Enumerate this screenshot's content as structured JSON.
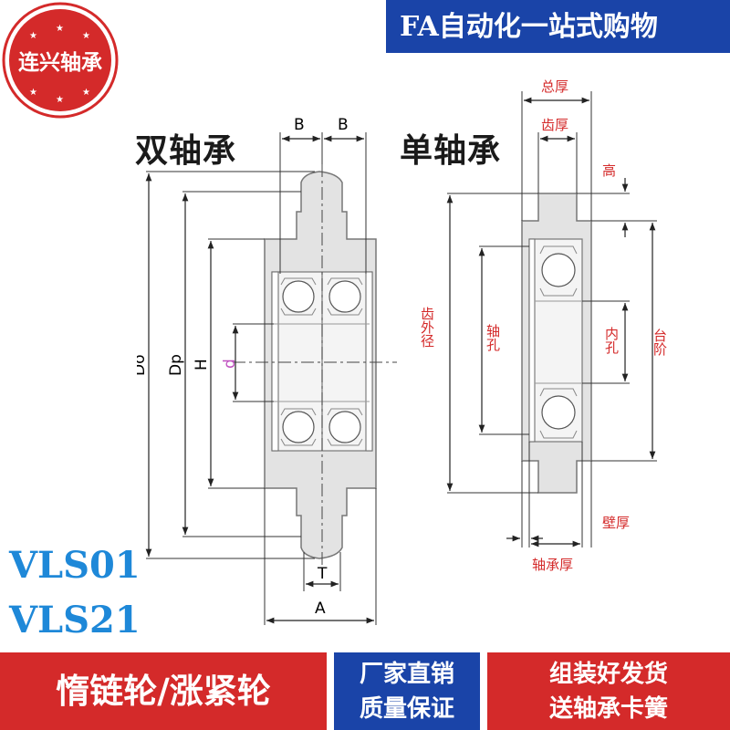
{
  "header": {
    "text": "FA自动化一站式购物"
  },
  "logo": {
    "text": "连兴轴承",
    "ring_color": "#d42a2a"
  },
  "titles": {
    "double": "双轴承",
    "single": "单轴承"
  },
  "models": [
    "VLS01",
    "VLS21"
  ],
  "left_diagram": {
    "labels": {
      "B1": "B",
      "B2": "B",
      "Do": "Do",
      "Dp": "Dp",
      "H": "H",
      "d": "d",
      "T": "T",
      "A": "A"
    }
  },
  "right_diagram": {
    "labels": {
      "total_thickness": "总厚",
      "tooth_thickness": "齿厚",
      "height": "高",
      "tooth_outer_diameter": "齿外径",
      "shaft_hole": "轴孔",
      "inner_hole": "内孔",
      "step": "台阶",
      "wall_thickness": "壁厚",
      "bearing_thickness": "轴承厚"
    }
  },
  "footer": {
    "left": "惰链轮/涨紧轮",
    "middle_top": "厂家直销",
    "middle_bottom": "质量保证",
    "right_top": "组装好发货",
    "right_bottom": "送轴承卡簧"
  },
  "colors": {
    "blue": "#1a44a8",
    "red": "#d42a2a",
    "model_blue": "#1e88d8"
  }
}
